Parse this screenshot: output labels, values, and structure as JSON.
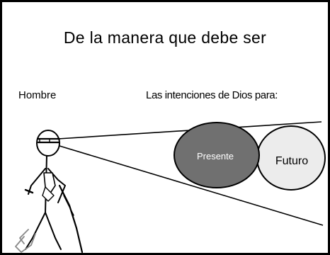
{
  "slide": {
    "title": "De la manera que debe ser",
    "left_label": "Hombre",
    "right_label": "Las intenciones de Dios para:"
  },
  "circles": [
    {
      "label": "Presente",
      "fill": "#707070",
      "text_color": "#ffffff"
    },
    {
      "label": "Futuro",
      "fill": "#ececec",
      "text_color": "#000000"
    }
  ],
  "colors": {
    "border": "#000000",
    "background": "#ffffff",
    "line": "#000000"
  }
}
